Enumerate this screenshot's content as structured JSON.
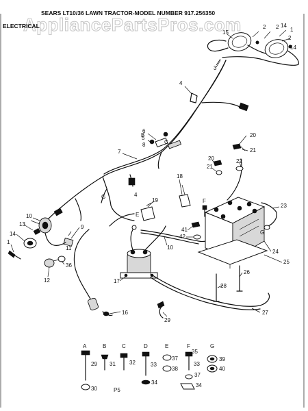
{
  "header": {
    "title": "SEARS LT10/36 LAWN TRACTOR-MODEL NUMBER 917.256350",
    "section": "ELECTRICAL",
    "watermark": "AppliancePartsPros.com",
    "page_code": "P5"
  },
  "callouts": {
    "c1": "1",
    "c2": "2",
    "c3": "3",
    "c4": "4",
    "c5": "5",
    "c6": "6",
    "c7": "7",
    "c8": "8",
    "c9": "9",
    "c10": "10",
    "c11": "11",
    "c12": "12",
    "c13": "13",
    "c14": "14",
    "c15": "15",
    "c16": "16",
    "c17": "17",
    "c18": "18",
    "c19": "19",
    "c20": "20",
    "c21": "21",
    "c22": "22",
    "c23": "23",
    "c24": "24",
    "c25": "25",
    "c26": "26",
    "c27": "27",
    "c28": "28",
    "c29": "29",
    "c30": "30",
    "c31": "31",
    "c32": "32",
    "c33": "33",
    "c34": "34",
    "c35": "35",
    "c36": "36",
    "c37": "37",
    "c38": "38",
    "c39": "39",
    "c40": "40",
    "c41": "41",
    "c42": "42",
    "hA": "A",
    "hB": "B",
    "hC": "C",
    "hD": "D",
    "hE": "E",
    "hF": "F",
    "hG": "G",
    "sB": "B",
    "sC": "C",
    "sE": "E",
    "sF": "F",
    "sG": "G",
    "sG2": "G"
  }
}
